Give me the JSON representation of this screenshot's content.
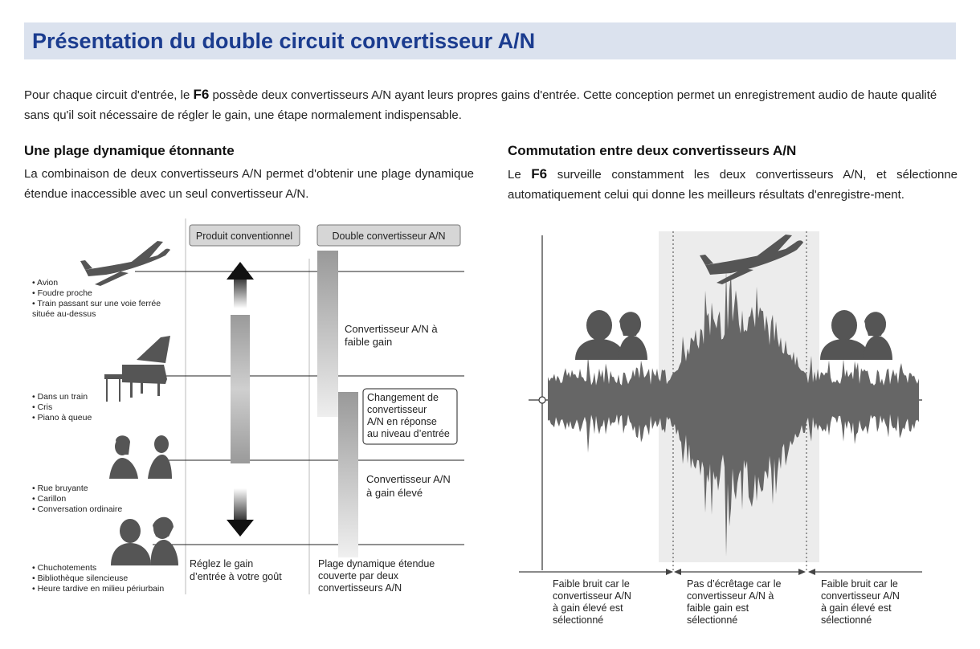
{
  "title": "Présentation du double circuit convertisseur A/N",
  "intro": {
    "prefix": "Pour chaque circuit d'entrée, le ",
    "brand": "F6",
    "rest": " possède deux convertisseurs A/N ayant leurs propres gains d'entrée. Cette conception permet un enregistrement audio de haute qualité sans qu'il soit nécessaire de régler le gain, une étape normalement indispensable."
  },
  "left": {
    "heading": "Une plage dynamique étonnante",
    "body": "La combinaison de deux convertisseurs A/N permet d'obtenir une plage dynamique étendue inaccessible avec un seul convertisseur A/N.",
    "box_conventional": "Produit conventionnel",
    "box_dual": "Double convertisseur A/N",
    "groups": [
      [
        "• Avion",
        "• Foudre proche",
        "• Train passant sur une voie ferrée",
        "  située au-dessus"
      ],
      [
        "• Dans un train",
        "• Cris",
        "• Piano à queue"
      ],
      [
        "• Rue bruyante",
        "• Carillon",
        "• Conversation ordinaire"
      ],
      [
        "• Chuchotements",
        "• Bibliothèque silencieuse",
        "• Heure tardive en milieu périurbain"
      ]
    ],
    "low_gain_label": [
      "Convertisseur A/N à",
      "faible gain"
    ],
    "switch_label": [
      "Changement de",
      "convertisseur",
      "A/N en réponse",
      "au niveau d’entrée"
    ],
    "high_gain_label": [
      "Convertisseur A/N",
      "à gain élevé"
    ],
    "adjust_label": [
      "Réglez le gain",
      "d’entrée à votre goût"
    ],
    "range_label": [
      "Plage dynamique étendue",
      "couverte par deux",
      "convertisseurs A/N"
    ]
  },
  "right": {
    "heading": "Commutation entre deux convertisseurs A/N",
    "body_prefix": "Le ",
    "brand": "F6",
    "body_rest": " surveille constamment les deux convertisseurs A/N, et sélectionne automatiquement celui qui donne les meilleurs résultats d'enregistre-ment.",
    "captions": [
      [
        "Faible bruit car le",
        "convertisseur A/N",
        "à gain élevé est",
        "sélectionné"
      ],
      [
        "Pas d’écrêtage car le",
        "convertisseur A/N à",
        "faible gain est",
        "sélectionné"
      ],
      [
        "Faible bruit car le",
        "convertisseur A/N",
        "à gain élevé est",
        "sélectionné"
      ]
    ]
  }
}
